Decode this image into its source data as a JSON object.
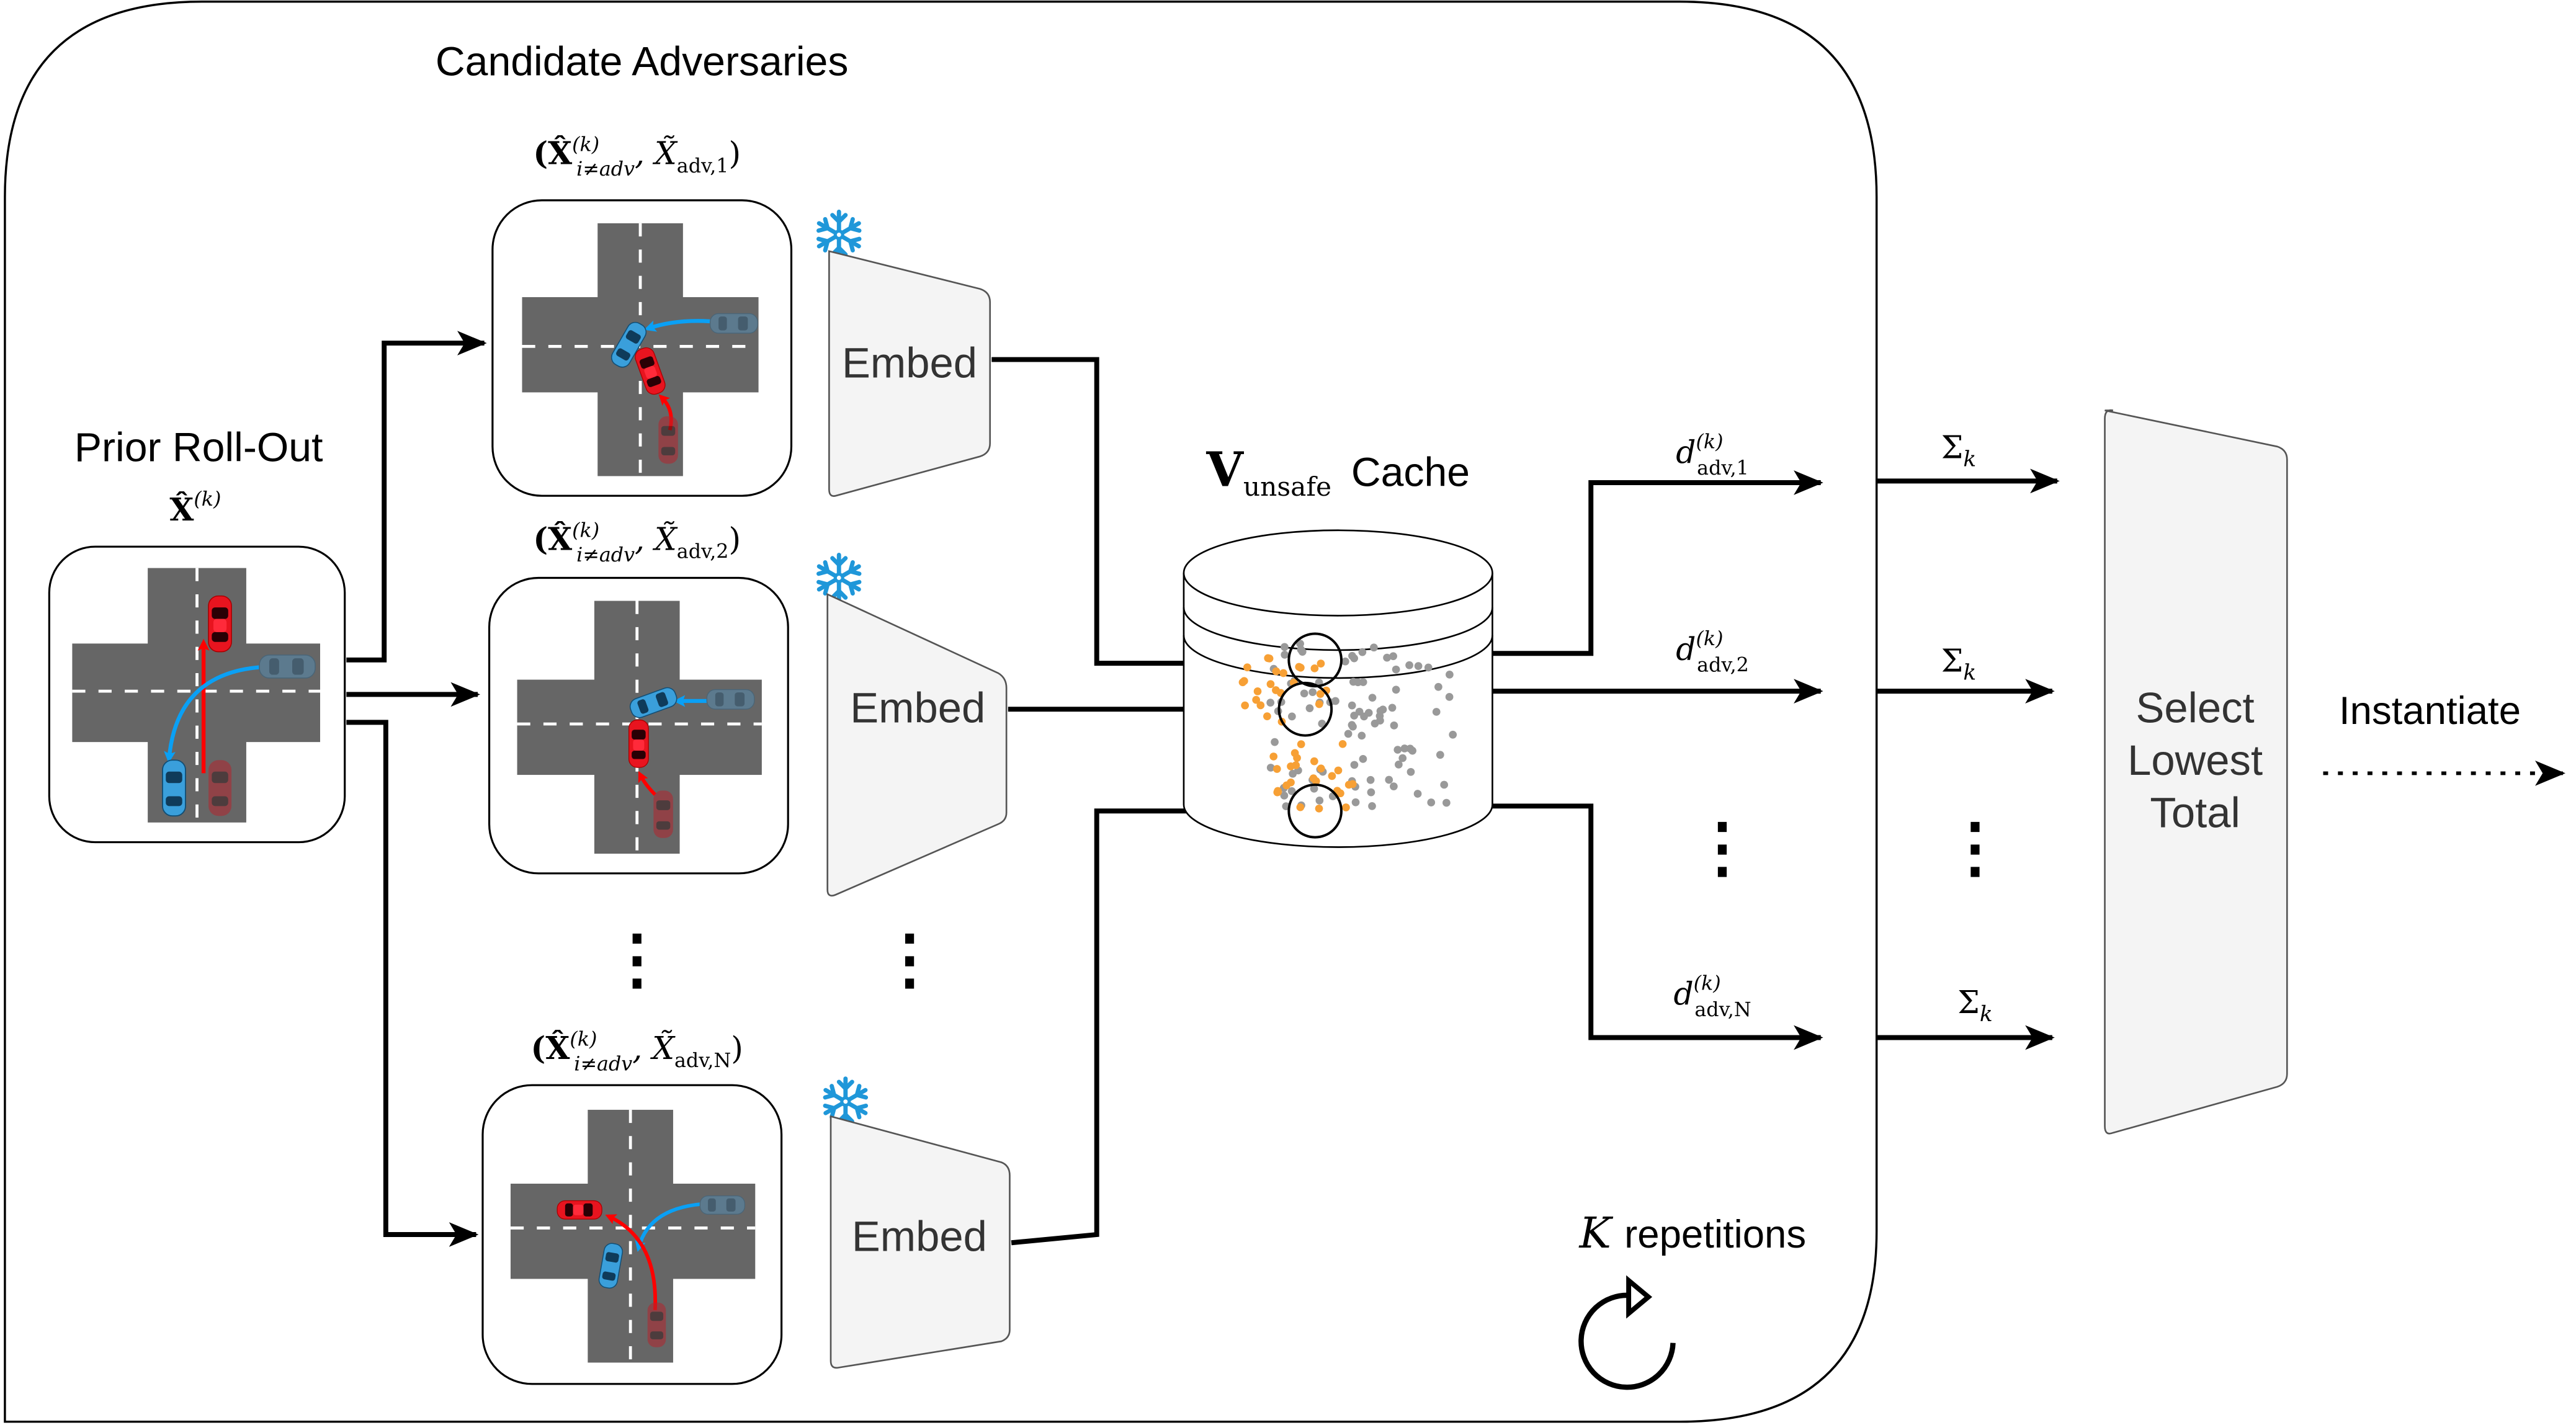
{
  "title": "Candidate Adversaries",
  "prior": {
    "label": "Prior Roll-Out",
    "symbol_base": "X̂",
    "symbol_sup": "(k)"
  },
  "candidates": [
    {
      "label_base": "(X̂",
      "label_sup": "(k)",
      "label_sub": "i≠adv",
      "label_mid": ", X̃",
      "label_sub2": "adv,1",
      "label_end": ")"
    },
    {
      "label_base": "(X̂",
      "label_sup": "(k)",
      "label_sub": "i≠adv",
      "label_mid": ", X̃",
      "label_sub2": "adv,2",
      "label_end": ")"
    },
    {
      "label_base": "(X̂",
      "label_sup": "(k)",
      "label_sub": "i≠adv",
      "label_mid": ", X̃",
      "label_sub2": "adv,N",
      "label_end": ")"
    }
  ],
  "embed": {
    "label": "Embed",
    "frozen_icon": "snowflake-icon"
  },
  "cache": {
    "symbol": "V",
    "symbol_sub": "unsafe",
    "label": "Cache"
  },
  "distances": [
    {
      "base": "d",
      "sup": "(k)",
      "sub": "adv,1"
    },
    {
      "base": "d",
      "sup": "(k)",
      "sub": "adv,2"
    },
    {
      "base": "d",
      "sup": "(k)",
      "sub": "adv,N"
    }
  ],
  "sums": [
    {
      "base": "Σ",
      "sub": "k"
    },
    {
      "base": "Σ",
      "sub": "k"
    },
    {
      "base": "Σ",
      "sub": "k"
    }
  ],
  "ellipsis": "⋮",
  "select": {
    "line1": "Select",
    "line2": "Lowest",
    "line3": "Total"
  },
  "instantiate": "Instantiate",
  "repetitions": {
    "symbol": "K",
    "label": "repetitions",
    "icon": "loop-icon"
  },
  "colors": {
    "road": "#666666",
    "ego_blue": "#3a9fdb",
    "adversary_red": "#e8141f",
    "trajectory_blue": "#0aa0f5",
    "trajectory_red": "#ff0000",
    "embedding_orange": "#f7a035",
    "embedding_gray": "#999999",
    "snowflake": "#1f97d9"
  }
}
